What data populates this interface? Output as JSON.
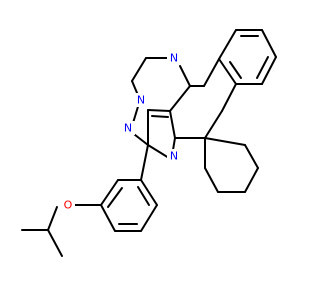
{
  "colors": {
    "bond": "#000000",
    "nitrogen": "#0000ff",
    "oxygen": "#ff0000",
    "background": "#ffffff"
  },
  "structure": {
    "atoms": [
      {
        "id": "N1",
        "label": "N",
        "element": "nitrogen"
      },
      {
        "id": "N2",
        "label": "N",
        "element": "nitrogen"
      },
      {
        "id": "N3",
        "label": "N",
        "element": "nitrogen"
      },
      {
        "id": "N4",
        "label": "N",
        "element": "nitrogen"
      },
      {
        "id": "O1",
        "label": "O",
        "element": "oxygen"
      }
    ]
  }
}
